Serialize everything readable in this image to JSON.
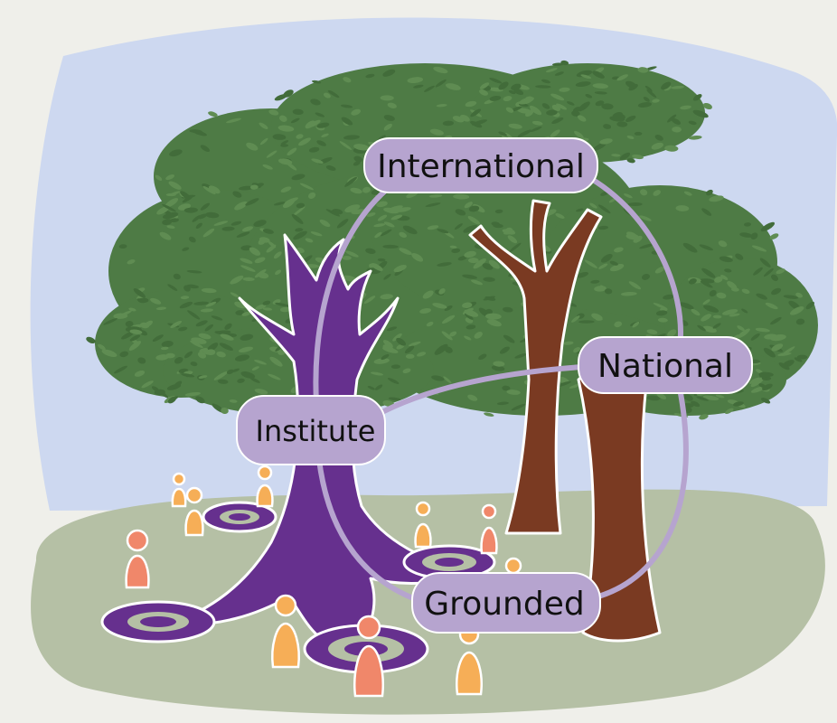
{
  "colors": {
    "background": "#efefea",
    "sky": "#cdd8f0",
    "ground": "#b5c0a5",
    "foliage": "#4e7b45",
    "foliage_light": "#5f8c52",
    "trunk_brown": "#7a3a22",
    "trunk_purple": "#66308e",
    "label_fill": "#b6a4cf",
    "link_line": "#b6a4cf",
    "figure_orange": "#f6ae57",
    "figure_salmon": "#f0876a"
  },
  "nodes": {
    "international": "International",
    "national": "National",
    "institute": "Institute",
    "grounded": "Grounded"
  }
}
